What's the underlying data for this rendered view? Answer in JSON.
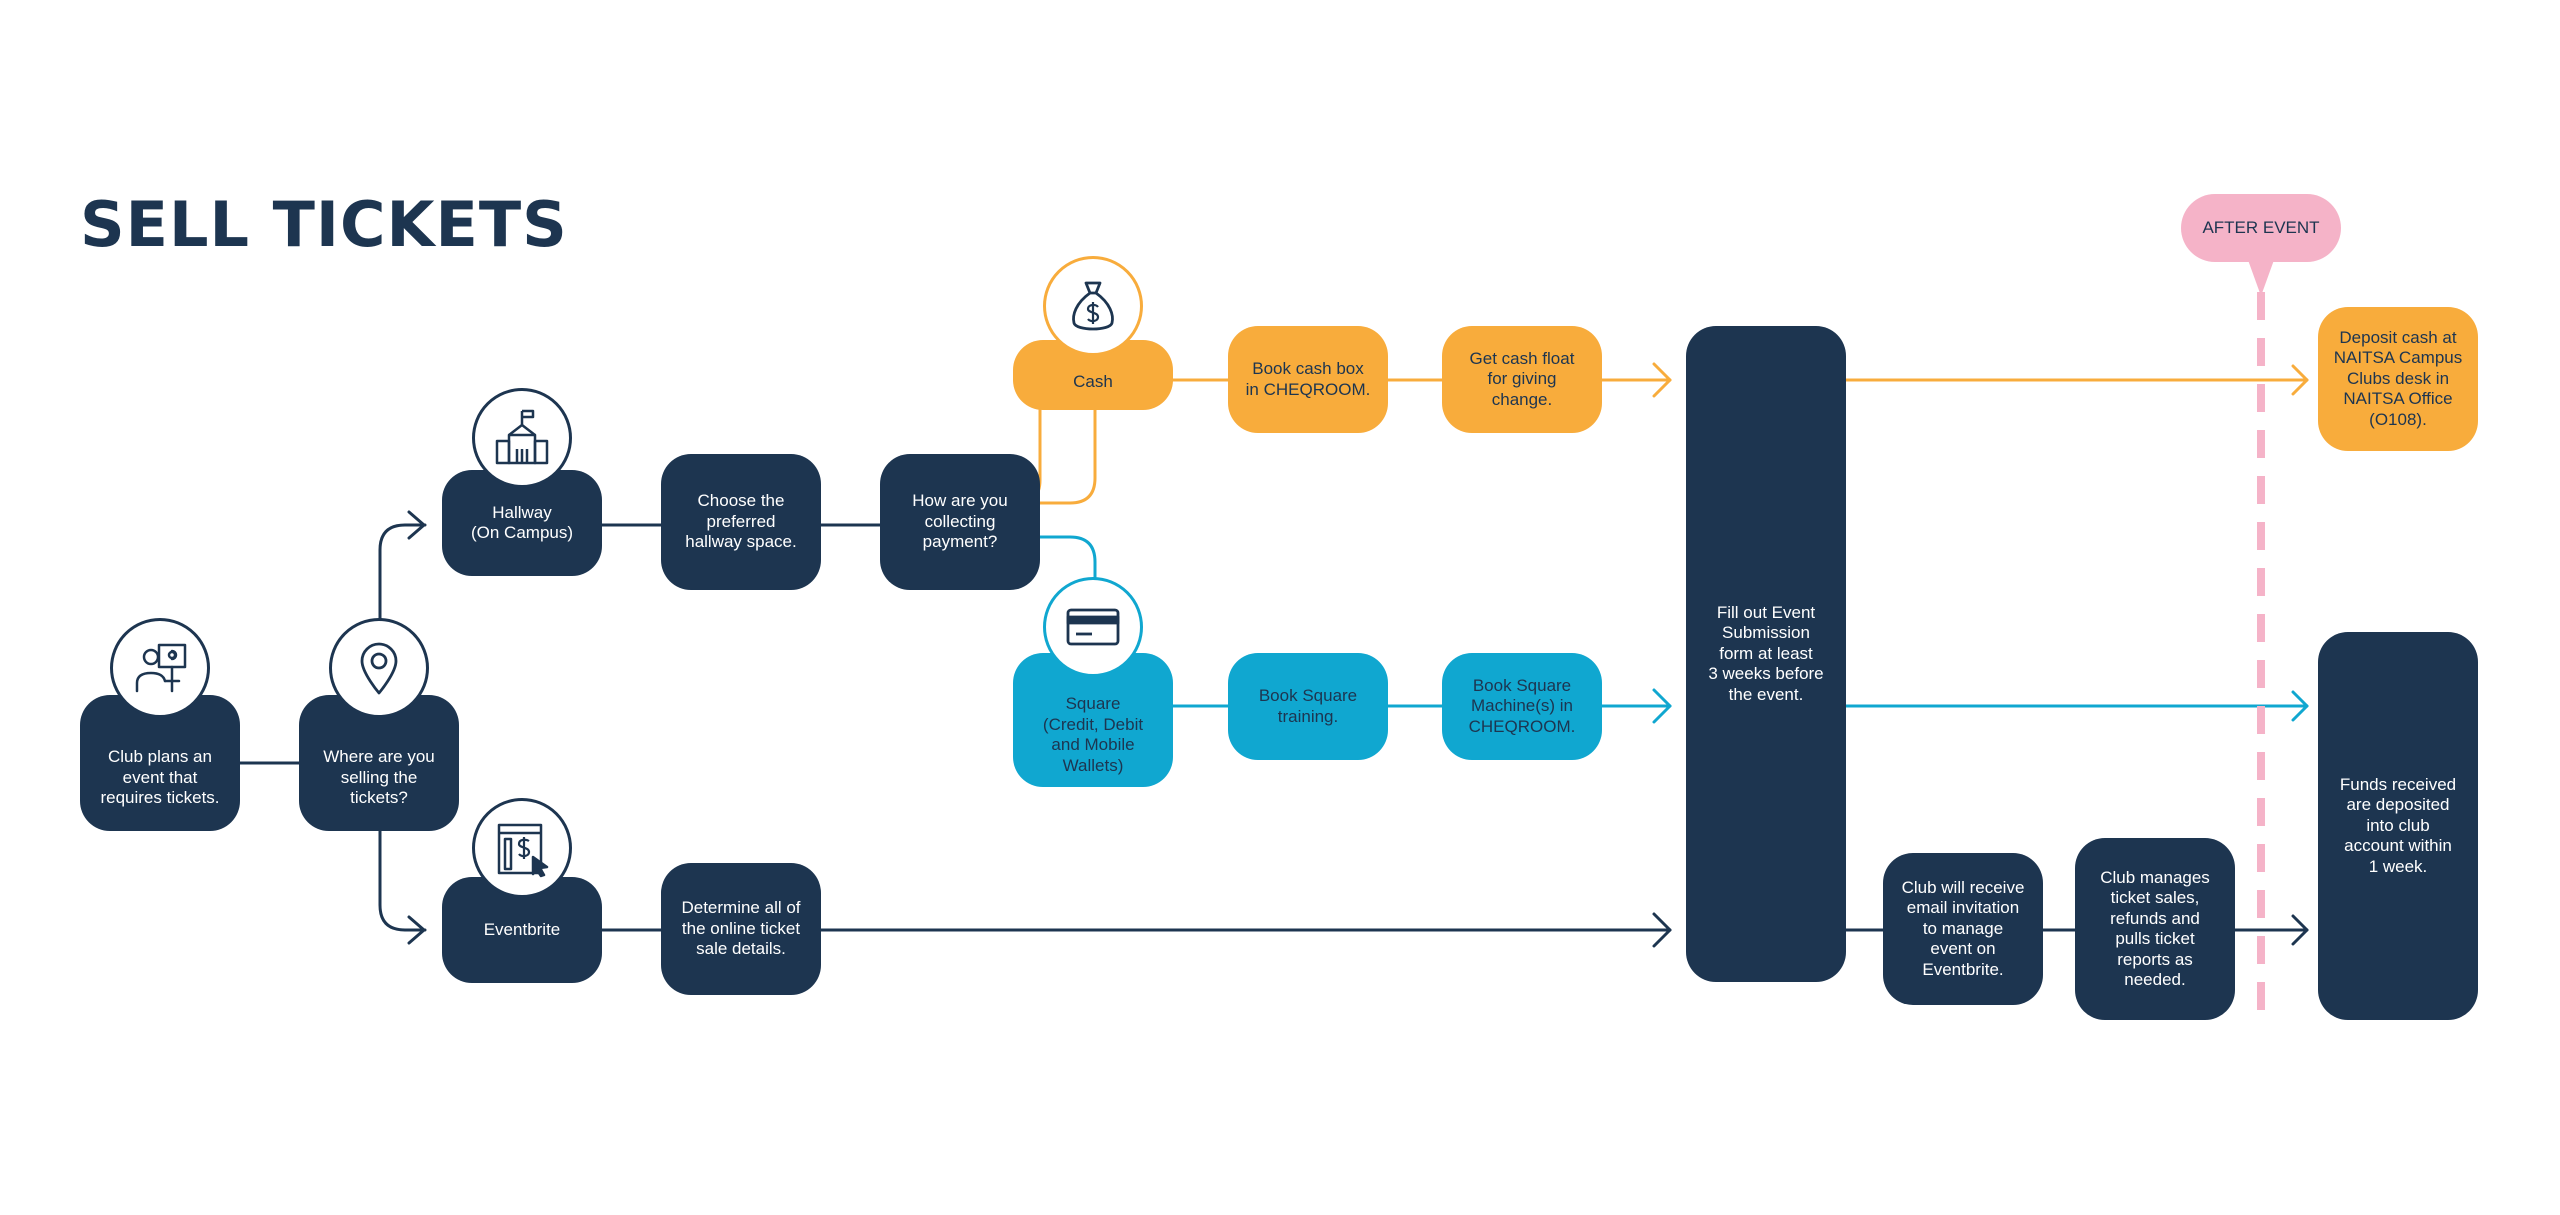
{
  "title": "SELL TICKETS",
  "after_event_label": "AFTER EVENT",
  "colors": {
    "navy": "#1d3550",
    "orange": "#f8ac3c",
    "blue": "#10a7d0",
    "pink": "#f5b3c8"
  },
  "nodes": {
    "club_plans": "Club plans an\nevent that\nrequires tickets.",
    "where_selling": "Where are you\nselling the\ntickets?",
    "hallway": "Hallway\n(On Campus)",
    "choose_hallway": "Choose the\npreferred\nhallway space.",
    "collecting_payment": "How are you\ncollecting\npayment?",
    "cash": "Cash",
    "book_cash_box": "Book cash box\nin CHEQROOM.",
    "cash_float": "Get cash float\nfor giving\nchange.",
    "square": "Square\n(Credit, Debit\nand Mobile\nWallets)",
    "square_training": "Book Square\ntraining.",
    "square_machine": "Book Square\nMachine(s) in\nCHEQROOM.",
    "eventbrite": "Eventbrite",
    "online_details": "Determine all of\nthe online ticket\nsale details.",
    "event_submission": "Fill out Event\nSubmission\nform at least\n3 weeks before\nthe event.",
    "email_invitation": "Club will receive\nemail invitation\nto manage\nevent on\nEventbrite.",
    "club_manages": "Club manages\nticket sales,\nrefunds and\npulls ticket\nreports as\nneeded.",
    "deposit_cash": "Deposit cash at\nNAITSA Campus\nClubs desk in\nNAITSA Office\n(O108).",
    "funds_received": "Funds received\nare deposited\ninto club\naccount within\n1 week."
  },
  "icons": [
    "person-idea-icon",
    "location-pin-icon",
    "school-building-icon",
    "money-bag-icon",
    "credit-card-icon",
    "online-payment-icon"
  ]
}
